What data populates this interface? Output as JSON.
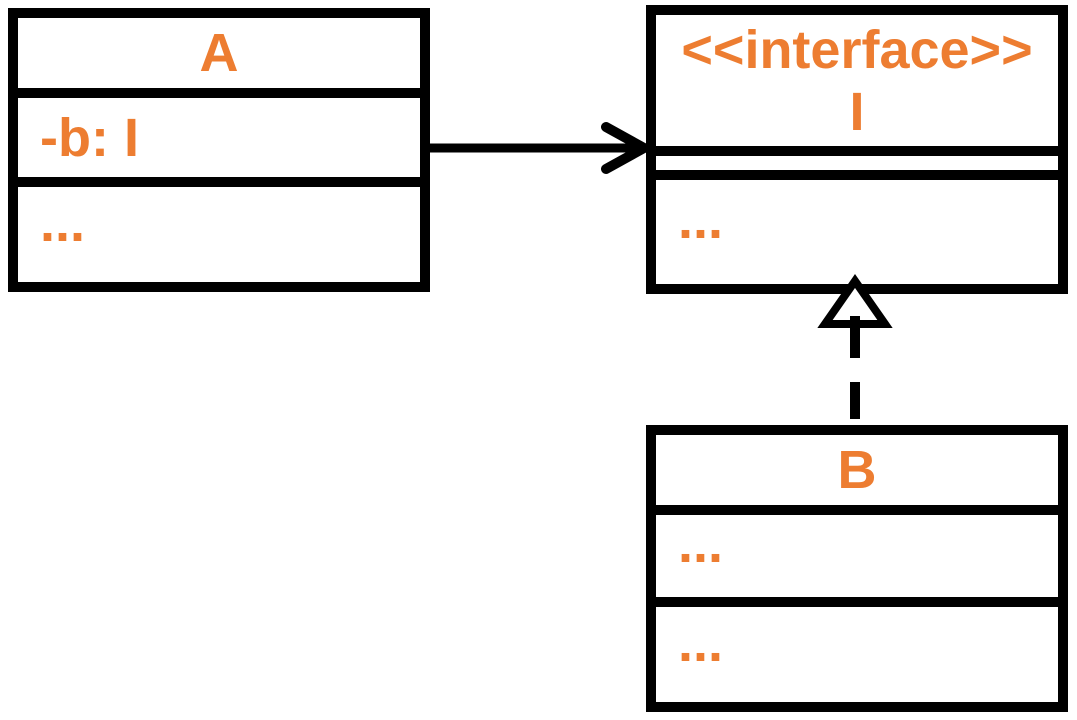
{
  "colors": {
    "accent_orange": "#ED7D31",
    "line_black": "#000000",
    "background": "#FFFFFF"
  },
  "diagram": {
    "type": "uml-class-diagram",
    "classes": {
      "a": {
        "name": "A",
        "attributes": [
          "-b: I"
        ],
        "methods": [
          "..."
        ]
      },
      "i": {
        "stereotype": "<<interface>>",
        "name": "I",
        "attributes": [],
        "methods": [
          "..."
        ]
      },
      "b": {
        "name": "B",
        "attributes": [
          "..."
        ],
        "methods": [
          "..."
        ]
      }
    },
    "relationships": [
      {
        "type": "association",
        "from": "A",
        "to": "I",
        "style": "solid-line-open-arrowhead"
      },
      {
        "type": "realization",
        "from": "B",
        "to": "I",
        "style": "dashed-line-hollow-triangle"
      }
    ]
  }
}
